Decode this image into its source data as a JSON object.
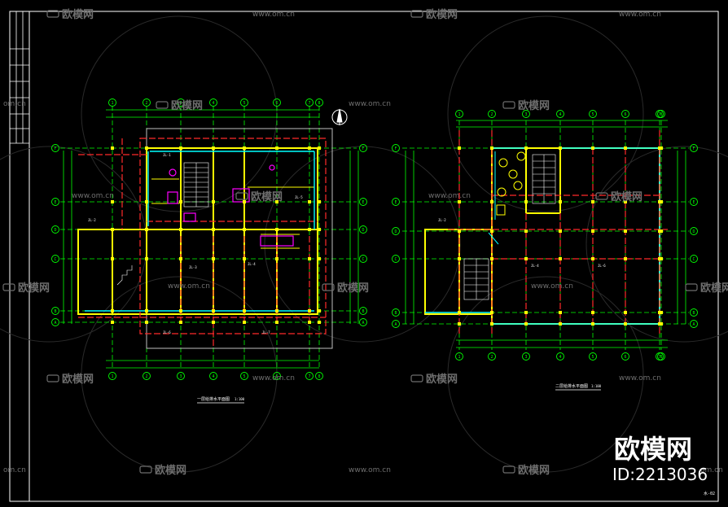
{
  "watermark": {
    "brand": "欧模网",
    "site": "www.om.cn",
    "site_short": "om.cn",
    "id_label": "ID:2213036"
  },
  "plan_left": {
    "title": "一层给排水平面图",
    "scale": "1:100",
    "axis_numbers": [
      "1",
      "2",
      "3",
      "4",
      "5",
      "6",
      "7",
      "8"
    ],
    "axis_letters": [
      "F",
      "E",
      "D",
      "C",
      "B",
      "A"
    ],
    "rooms": [
      "JL-1",
      "JL-2",
      "JL-3",
      "JL-4",
      "JL-5",
      "JL-6",
      "JL-7"
    ]
  },
  "plan_right": {
    "title": "二层给排水平面图",
    "scale": "1:100",
    "axis_numbers": [
      "1",
      "2",
      "3",
      "4",
      "5",
      "6",
      "7",
      "8"
    ],
    "axis_letters": [
      "F",
      "E",
      "D",
      "C",
      "B",
      "A"
    ],
    "rooms": [
      "JL-2",
      "JL-4",
      "JL-6"
    ]
  },
  "sheet": {
    "number": "水-02"
  },
  "colors": {
    "background": "#000000",
    "frame": "#ffffff",
    "axis": "#00ff00",
    "wall": "#ffff00",
    "column": "#ffff00",
    "pipe_red": "#ff2a2a",
    "pipe_cyan": "#00ffff",
    "pipe_magenta": "#ff00ff",
    "watermark": "#6e6e6e"
  }
}
